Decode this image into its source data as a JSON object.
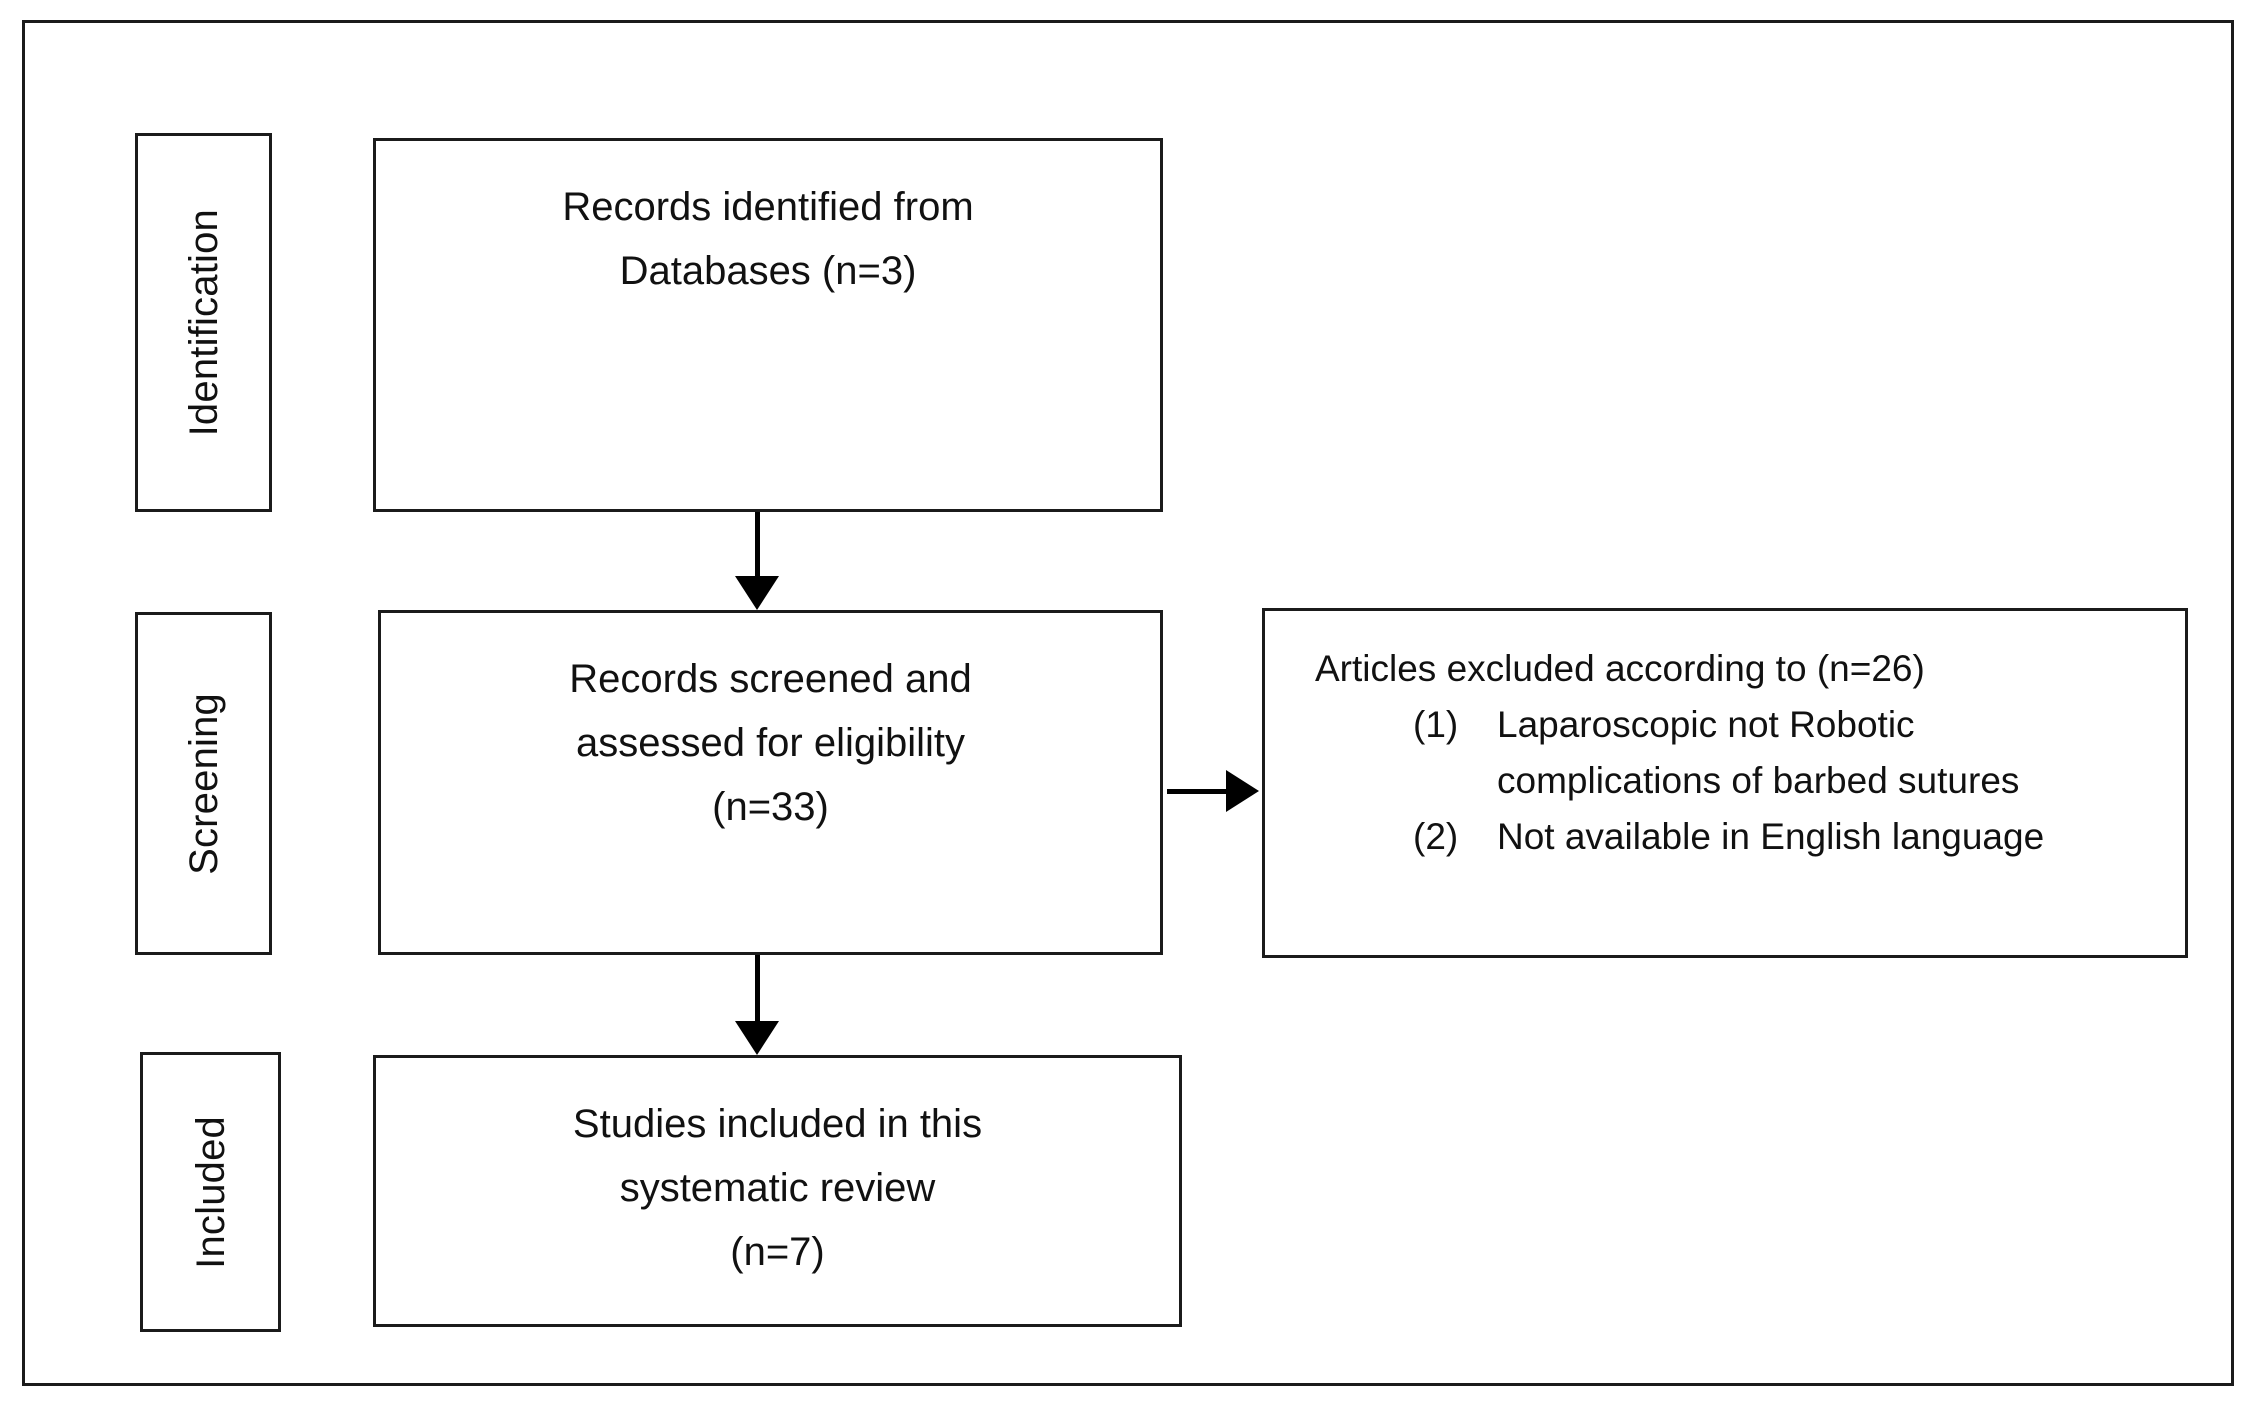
{
  "figure": {
    "type": "prisma-flow-diagram",
    "stages": [
      {
        "id": "identification",
        "label": "Identification",
        "box_lines": [
          "Records identified from",
          "Databases (n=3)"
        ],
        "count": 3
      },
      {
        "id": "screening",
        "label": "Screening",
        "box_lines": [
          "Records screened and",
          "assessed for eligibility",
          "(n=33)"
        ],
        "count": 33
      },
      {
        "id": "included",
        "label": "Included",
        "box_lines": [
          "Studies included in this",
          "systematic review",
          "(n=7)"
        ],
        "count": 7
      }
    ],
    "exclusion": {
      "heading": "Articles excluded according to (n=26)",
      "count": 26,
      "items": [
        {
          "marker": "(1)",
          "lines": [
            "Laparoscopic not Robotic",
            "complications of barbed sutures"
          ]
        },
        {
          "marker": "(2)",
          "lines": [
            "Not available in English language"
          ]
        }
      ]
    },
    "colors": {
      "border": "#1b1b1b",
      "text": "#111111",
      "arrow": "#000000",
      "background": "#ffffff"
    }
  }
}
